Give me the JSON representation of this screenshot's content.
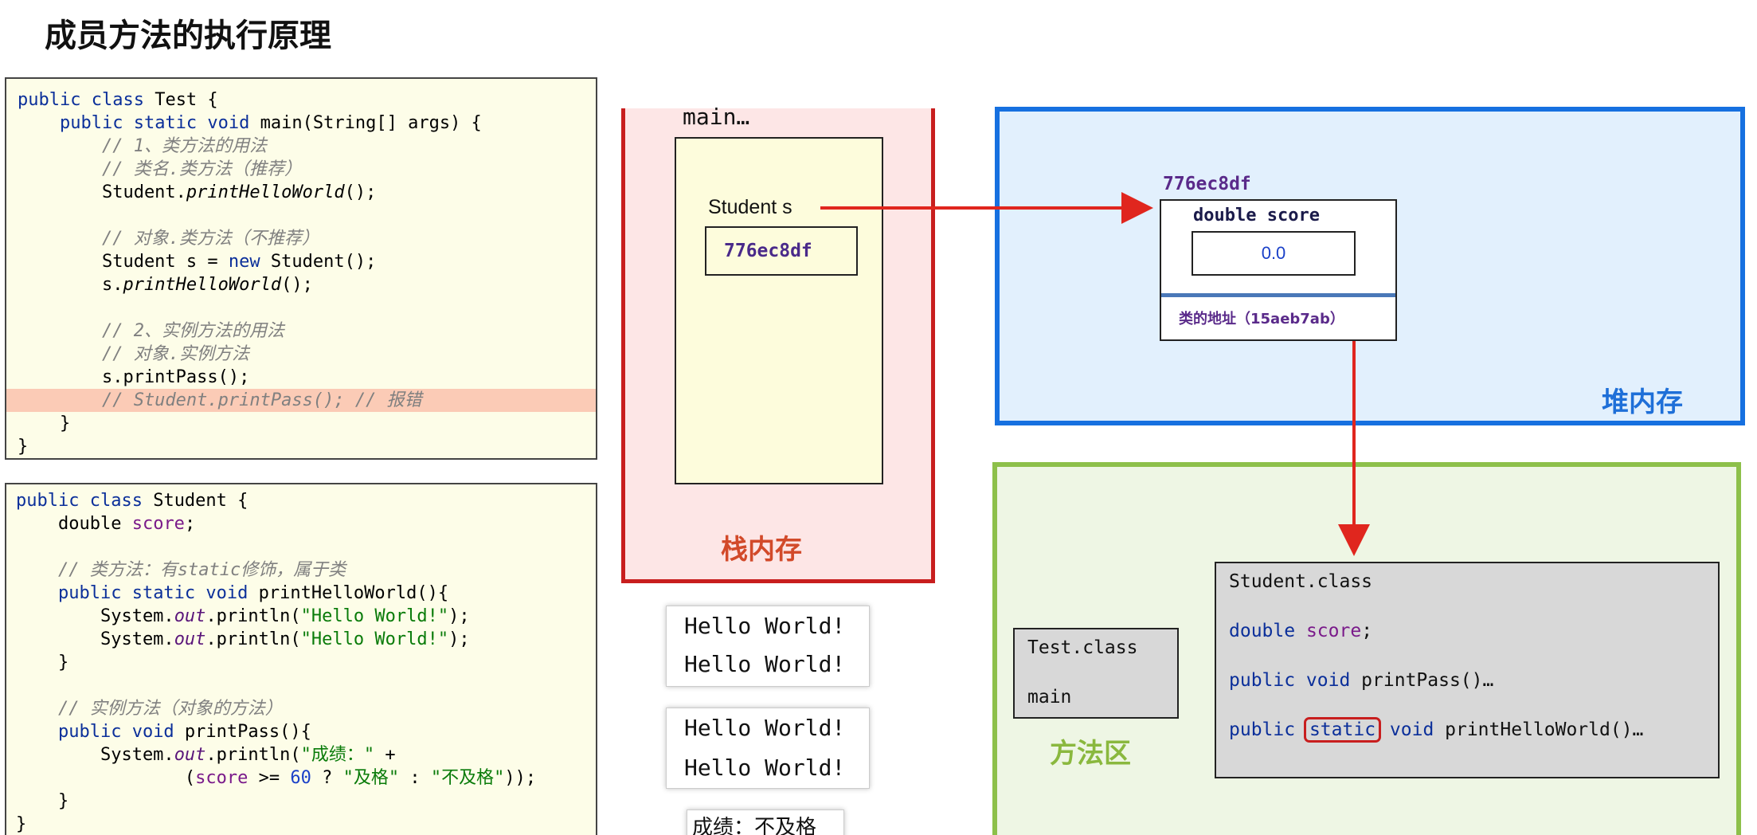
{
  "title": "成员方法的执行原理",
  "test_code": [
    "public class Test {",
    "    public static void main(String[] args) {",
    "        // 1、类方法的用法",
    "        // 类名.类方法（推荐）",
    "        Student.printHelloWorld();",
    "",
    "        // 对象.类方法（不推荐）",
    "        Student s = new Student();",
    "        s.printHelloWorld();",
    "",
    "        // 2、实例方法的用法",
    "        // 对象.实例方法",
    "        s.printPass();",
    "        // Student.printPass(); // 报错",
    "    }",
    "}"
  ],
  "student_code": [
    "public class Student {",
    "    double score;",
    "",
    "    // 类方法：有static修饰，属于类",
    "    public static void printHelloWorld(){",
    "        System.out.println(\"Hello World!\");",
    "        System.out.println(\"Hello World!\");",
    "    }",
    "",
    "    // 实例方法（对象的方法）",
    "    public void printPass(){",
    "        System.out.println(\"成绩：\" +",
    "                (score >= 60 ? \"及格\" : \"不及格\"));",
    "    }",
    "}"
  ],
  "stack": {
    "frame_title": "main…",
    "var_label": "Student  s",
    "var_value": "776ec8df",
    "label": "栈内存"
  },
  "heap": {
    "address": "776ec8df",
    "field": "double score",
    "field_value": "0.0",
    "class_address": "类的地址（15aeb7ab）",
    "label": "堆内存"
  },
  "method_area": {
    "label": "方法区",
    "test_class": {
      "name": "Test.class",
      "method": "main"
    },
    "student_class": {
      "name": "Student.class",
      "field": "double score;",
      "method1": "public void printPass()…",
      "method2_prefix": "public",
      "method2_static": "static",
      "method2_suffix": "void printHelloWorld()…"
    }
  },
  "outputs": {
    "box1": [
      "Hello World!",
      "Hello World!"
    ],
    "box2": [
      "Hello World!",
      "Hello World!"
    ],
    "result": "成绩：不及格"
  },
  "colors": {
    "stack_border": "#c81e1e",
    "heap_border": "#1670e0",
    "method_border": "#8dc04a",
    "arrow": "#e0261e"
  }
}
